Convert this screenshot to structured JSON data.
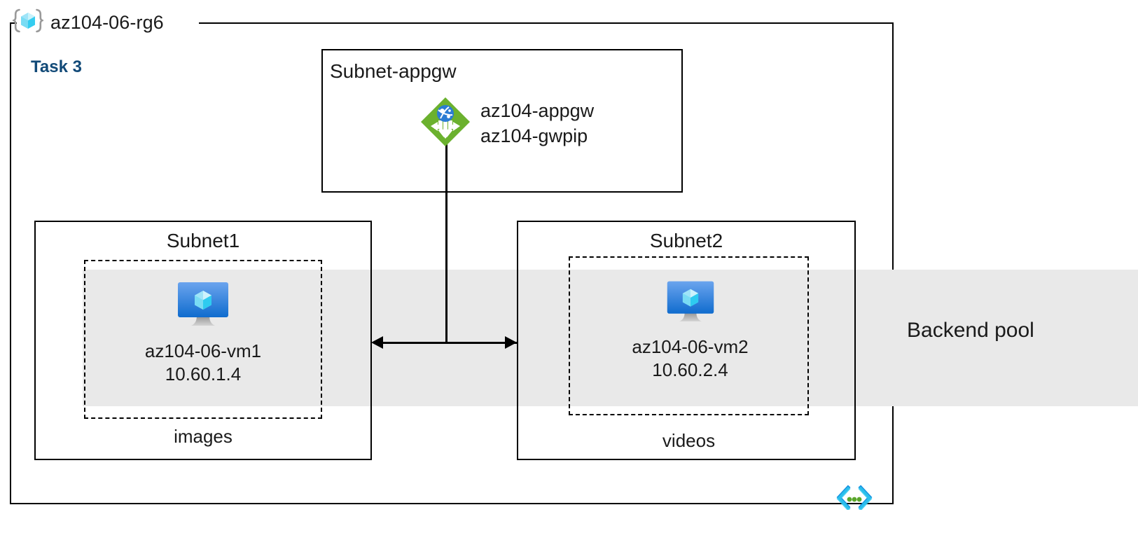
{
  "diagram": {
    "resource_group": {
      "icon": "resource-group-cube-icon",
      "label": "az104-06-rg6"
    },
    "task_label": "Task 3",
    "backend_pool": {
      "label": "Backend pool",
      "band_color": "#e9e9e9"
    },
    "subnets": [
      {
        "key": "appgw",
        "title": "Subnet-appgw",
        "resource_icon": "application-gateway-icon",
        "resources": [
          "az104-appgw",
          "az104-gwpip"
        ]
      },
      {
        "key": "subnet1",
        "title": "Subnet1",
        "vm_icon": "virtual-machine-icon",
        "vm_name": "az104-06-vm1",
        "vm_ip": "10.60.1.4",
        "caption": "images"
      },
      {
        "key": "subnet2",
        "title": "Subnet2",
        "vm_icon": "virtual-machine-icon",
        "vm_name": "az104-06-vm2",
        "vm_ip": "10.60.2.4",
        "caption": "videos"
      }
    ],
    "code_icon": "code-brackets-icon",
    "colors": {
      "task_text": "#124a78",
      "appgw_green": "#6bb12e",
      "vm_blue": "#1e88e5",
      "cube_cyan": "#9fe4f8",
      "code_blue": "#1490df",
      "code_cyan": "#2ec7ef",
      "code_green": "#5aa62b",
      "outline": "#000000"
    }
  }
}
